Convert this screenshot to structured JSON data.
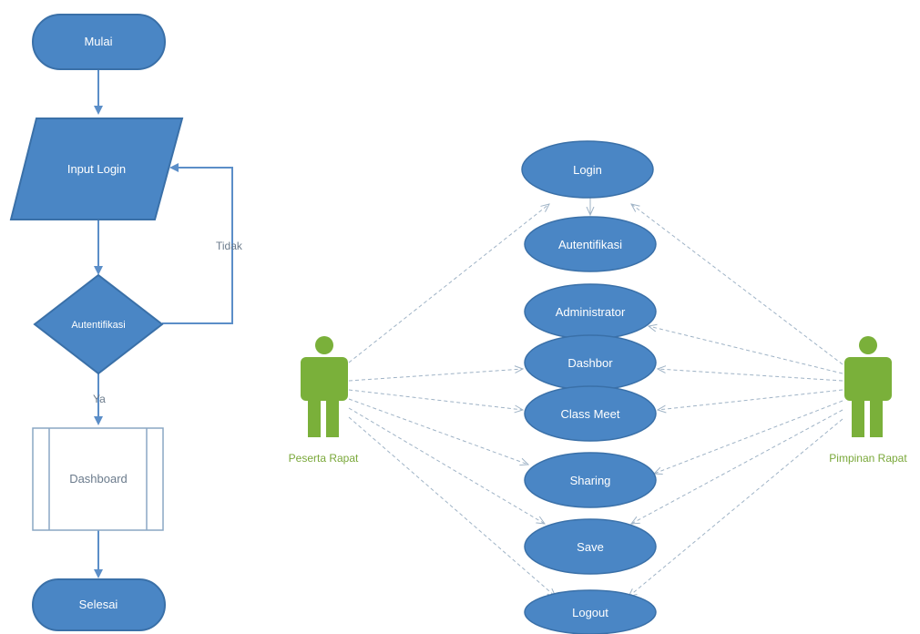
{
  "flowchart": {
    "start": "Mulai",
    "input": "Input Login",
    "decision": "Autentifikasi",
    "no_label": "Tidak",
    "yes_label": "Ya",
    "process": "Dashboard",
    "end": "Selesai"
  },
  "usecase": {
    "actor_left": "Peserta Rapat",
    "actor_right": "Pimpinan Rapat",
    "cases": [
      "Login",
      "Autentifikasi",
      "Administrator",
      "Dashbor",
      "Class Meet",
      "Sharing",
      "Save",
      "Logout"
    ]
  },
  "colors": {
    "shape_fill": "#4a86c5",
    "shape_stroke": "#3a70a8",
    "connector": "#5b8ec8",
    "usecase_line": "#9fb3c6",
    "actor": "#7ab03a",
    "text_on_shape": "#ffffff"
  }
}
